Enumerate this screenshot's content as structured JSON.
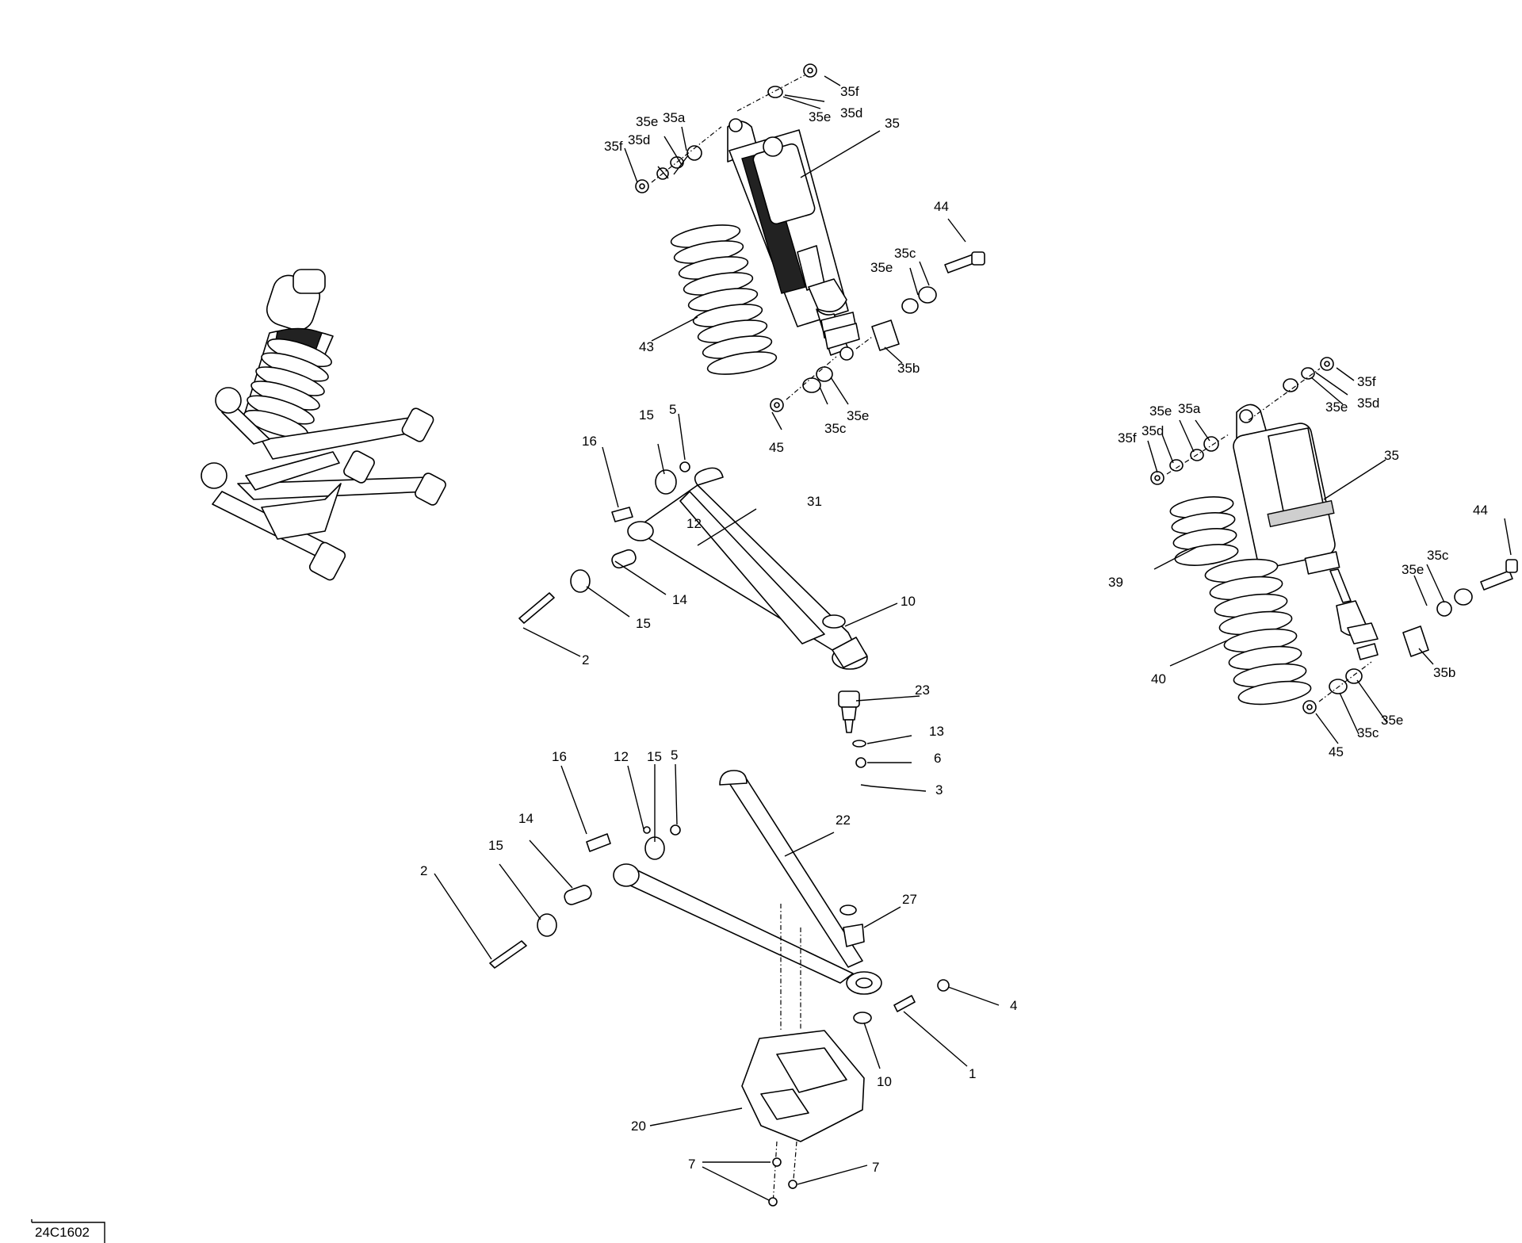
{
  "diagram_ref": "24C1602",
  "callouts": {
    "c1": "1",
    "c2a": "2",
    "c2b": "2",
    "c3": "3",
    "c4": "4",
    "c5a": "5",
    "c5b": "5",
    "c6": "6",
    "c7a": "7",
    "c7b": "7",
    "c10a": "10",
    "c10b": "10",
    "c12a": "12",
    "c12b": "12",
    "c13": "13",
    "c14a": "14",
    "c14b": "14",
    "c15a": "15",
    "c15b": "15",
    "c15c": "15",
    "c15d": "15",
    "c16a": "16",
    "c16b": "16",
    "c20": "20",
    "c22": "22",
    "c23": "23",
    "c27": "27",
    "c31": "31",
    "m35": "35",
    "m35a": "35a",
    "m35b": "35b",
    "m35c1": "35c",
    "m35c2": "35c",
    "m35d1": "35d",
    "m35d2": "35d",
    "m35e1": "35e",
    "m35e2": "35e",
    "m35e3": "35e",
    "m35e4": "35e",
    "m35f1": "35f",
    "m35f2": "35f",
    "m43": "43",
    "m44": "44",
    "m45": "45",
    "r35": "35",
    "r35a": "35a",
    "r35b": "35b",
    "r35c1": "35c",
    "r35c2": "35c",
    "r35d1": "35d",
    "r35d2": "35d",
    "r35e1": "35e",
    "r35e2": "35e",
    "r35e3": "35e",
    "r35e4": "35e",
    "r35f1": "35f",
    "r35f2": "35f",
    "r39": "39",
    "r40": "40",
    "r44": "44",
    "r45": "45"
  }
}
